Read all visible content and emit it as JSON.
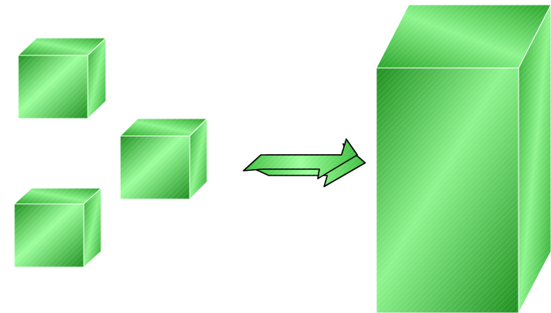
{
  "diagram": {
    "shapes": [
      {
        "kind": "small-cube",
        "label": ""
      },
      {
        "kind": "small-cube",
        "label": ""
      },
      {
        "kind": "small-cube",
        "label": ""
      },
      {
        "kind": "arrow",
        "label": ""
      },
      {
        "kind": "large-box",
        "label": ""
      }
    ],
    "colors": {
      "dark_green": "#1f8f1f",
      "mid_green": "#3fbf3f",
      "light_green": "#9cff9c",
      "outline": "#000000"
    }
  }
}
